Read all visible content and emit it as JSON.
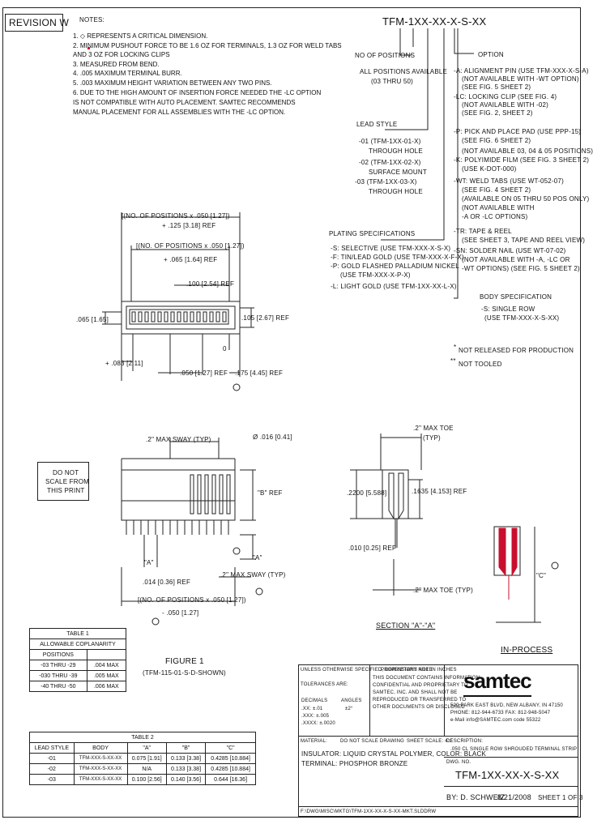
{
  "revision": "REVISION W",
  "notes_label": "NOTES:",
  "notes": [
    "1. ◇ REPRESENTS A CRITICAL DIMENSION.",
    "2. MINIMUM PUSHOUT FORCE TO BE 1.6 OZ FOR TERMINALS, 1.3 OZ FOR WELD TABS",
    "   AND 3 OZ FOR LOCKING CLIPS",
    "3. MEASURED FROM BEND.",
    "4. .005 MAXIMUM TERMINAL BURR.",
    "5. .003 MAXIMUM HEIGHT VARIATION BETWEEN ANY TWO PINS.",
    "6. DUE TO THE HIGH AMOUNT OF INSERTION FORCE NEEDED THE -LC OPTION",
    "   IS NOT COMPATIBLE WITH AUTO PLACEMENT. SAMTEC RECOMMENDS",
    "   MANUAL PLACEMENT FOR ALL ASSEMBLIES WITH THE -LC OPTION."
  ],
  "part_code": "TFM-1XX-XX-X-S-XX",
  "no_positions": {
    "title": "NO OF POSITIONS",
    "l1": "ALL POSITIONS AVAILABLE",
    "l2": "(03 THRU 50)"
  },
  "lead_style": {
    "title": "LEAD STYLE",
    "items": [
      "-01 (TFM-1XX-01-X)",
      "THROUGH HOLE",
      "-02 (TFM-1XX-02-X)",
      "SURFACE MOUNT",
      "-03 (TFM-1XX-03-X)",
      "THROUGH HOLE"
    ]
  },
  "option": {
    "title": "OPTION",
    "items": [
      "-A: ALIGNMENT PIN (USE TFM-XXX-X-S-A)",
      "(NOT AVAILABLE WITH -WT OPTION)",
      "(SEE FIG. 5 SHEET 2)",
      "-LC: LOCKING CLIP (SEE FIG. 4)",
      "(NOT AVAILABLE WITH -02)",
      "(SEE FIG. 2, SHEET 2)",
      "-P: PICK AND PLACE PAD (USE PPP-15)",
      "(SEE FIG. 6 SHEET 2)",
      "(NOT AVAILABLE 03, 04 & 05 POSITIONS)",
      "-K: POLYIMIDE FILM (SEE FIG. 3 SHEET 2)",
      "(USE K-DOT-000)",
      "-WT: WELD TABS (USE WT-052-07)",
      "(SEE FIG. 4 SHEET 2)",
      "(AVAILABLE ON 05 THRU 50 POS ONLY)",
      "(NOT AVAILABLE WITH",
      "-A OR -LC OPTIONS)",
      "-TR: TAPE & REEL",
      "(SEE SHEET 3, TAPE AND REEL VIEW)",
      "-SN: SOLDER NAIL (USE WT-07-02)",
      "(NOT AVAILABLE WITH -A, -LC OR",
      "-WT OPTIONS) (SEE FIG. 5 SHEET 2)"
    ]
  },
  "plating": {
    "title": "PLATING SPECIFICATIONS",
    "items": [
      "-S: SELECTIVE (USE TFM-XXX-X-S-X)",
      "-F: TIN/LEAD GOLD (USE TFM-XXX-X-F-X)",
      "-P: GOLD FLASHED PALLADIUM NICKEL",
      "(USE TFM-XXX-X-P-X)",
      "-L: LIGHT GOLD (USE TFM-1XX-XX-L-X)"
    ]
  },
  "body_spec": {
    "title": "BODY SPECIFICATION",
    "l1": "-S: SINGLE ROW",
    "l2": "(USE TFM-XXX-X-S-XX)"
  },
  "legend": {
    "not_released": "NOT RELEASED FOR PRODUCTION",
    "not_tooled": "NOT TOOLED"
  },
  "dims": {
    "no_pos_050_top": "[(NO. OF POSITIONS x .050 [1.27])",
    "ref_125": "+ .125 [3.18] REF",
    "no_pos_050_2": "[(NO. OF POSITIONS x .050 [1.27])",
    "ref_065_64": "+ .065 [1.64] REF",
    "ref_100": ".100 [2.54] REF",
    "ref_065_left": ".065 [1.65]",
    "ref_105": ".105 [2.67] REF",
    "zero": "0",
    "ref_083": "+ .083 [2.11]",
    "ref_050_127": ".050 [1.27] REF",
    "ref_175": ".175 [4.45] REF",
    "max_sway": ".2\" MAX SWAY (TYP)",
    "dia_016": "Ø .016 [0.41]",
    "dim_b": "\"B\" REF",
    "dim_a_left": "\"A\"",
    "dim_a_mid": "\"A\"",
    "ref_014": ".014 [0.36] REF",
    "max_sway_2": ".2\" MAX SWAY (TYP)",
    "no_pos_050_3": "[(NO. OF POSITIONS x .050 [1.27])",
    "ref_050_3": "- .050 [1.27]",
    "max_toe": ".2\" MAX TOE",
    "max_toe_typ": "(TYP)",
    "dim_2200": ".2200 [5.588]",
    "dim_1635": ".1635 [4.153] REF",
    "dim_010": ".010 [0.25] REF",
    "max_toe_2": ".2\" MAX TOE (TYP)",
    "dim_c": "\"C\""
  },
  "section_label": "SECTION \"A\"-\"A\"",
  "in_process": "IN-PROCESS",
  "do_not_scale": [
    "DO NOT",
    "SCALE FROM",
    "THIS PRINT"
  ],
  "figure": {
    "title": "FIGURE 1",
    "sub": "(TFM-115-01-S-D-SHOWN)"
  },
  "table1": {
    "title": "TABLE 1",
    "header": "ALLOWABLE COPLANARITY",
    "cols": [
      "POSITIONS",
      ""
    ],
    "rows": [
      [
        "-03 THRU -29",
        ".004 MAX"
      ],
      [
        "-030 THRU -39",
        ".005 MAX"
      ],
      [
        "-40 THRU -50",
        ".006 MAX"
      ]
    ]
  },
  "table2": {
    "title": "TABLE 2",
    "cols": [
      "LEAD STYLE",
      "BODY",
      "\"A\"",
      "\"B\"",
      "\"C\""
    ],
    "rows": [
      [
        "-01",
        "TFM-XXX-S-XX-XX",
        "0.075 [1.91]",
        "0.133 [3.38]",
        "0.4285 [10.884]"
      ],
      [
        "-02",
        "TFM-XXX-S-XX-XX",
        "N/A",
        "0.133 [3.38]",
        "0.4285 [10.884]"
      ],
      [
        "-03",
        "TFM-XXX-S-XX-XX",
        "0.100 [2.56]",
        "0.140 [3.56]",
        "0.644 [16.36]"
      ]
    ]
  },
  "title_block": {
    "unless": "UNLESS OTHERWISE SPECIFIED, DIMENSIONS ARE IN INCHES",
    "tolerances": "TOLERANCES ARE:",
    "decimal": "DECIMALS",
    "angles": "ANGLES",
    "tol_lines": [
      ".XX: ±.01",
      ".XXX: ±.005",
      ".XXXX: ±.0020"
    ],
    "angle_val": "±2°",
    "proprietary_title": "PROPRIETARY NOTE",
    "proprietary": [
      "THIS DOCUMENT CONTAINS INFORMATION",
      "CONFIDENTIAL AND PROPRIETARY TO",
      "SAMTEC, INC. AND SHALL NOT BE",
      "REPRODUCED OR TRANSFERRED TO",
      "OTHER DOCUMENTS OR DISCLOSED"
    ],
    "logo": "samtec",
    "address": [
      "520 PARK EAST BLVD, NEW ALBANY, IN 47150",
      "PHONE: 812-944-6733   FAX: 812-948-5047",
      "e-Mail info@SAMTEC.com   code 55322"
    ],
    "material_label": "MATERIAL:",
    "material": [
      "INSULATOR: LIQUID CRYSTAL POLYMER, COLOR: BLACK",
      "TERMINAL: PHOSPHOR BRONZE"
    ],
    "do_not_scale": "DO NOT SCALE DRAWING",
    "sheet_scale": "SHEET SCALE: 4:1",
    "description_label": "DESCRIPTION:",
    "description": ".050 CL SINGLE ROW SHROUDED TERMINAL STRIP",
    "dwg_label": "DWG. NO.",
    "dwg": "TFM-1XX-XX-X-S-XX",
    "by": "BY: D. SCHWEIZ",
    "date": "8/21/2008",
    "sheet": "SHEET 1 OF 3",
    "file_path": "F:\\DWG\\MISC\\MKTG\\TFM-1XX-XX-X-S-XX-MKT.SLDDRW"
  }
}
